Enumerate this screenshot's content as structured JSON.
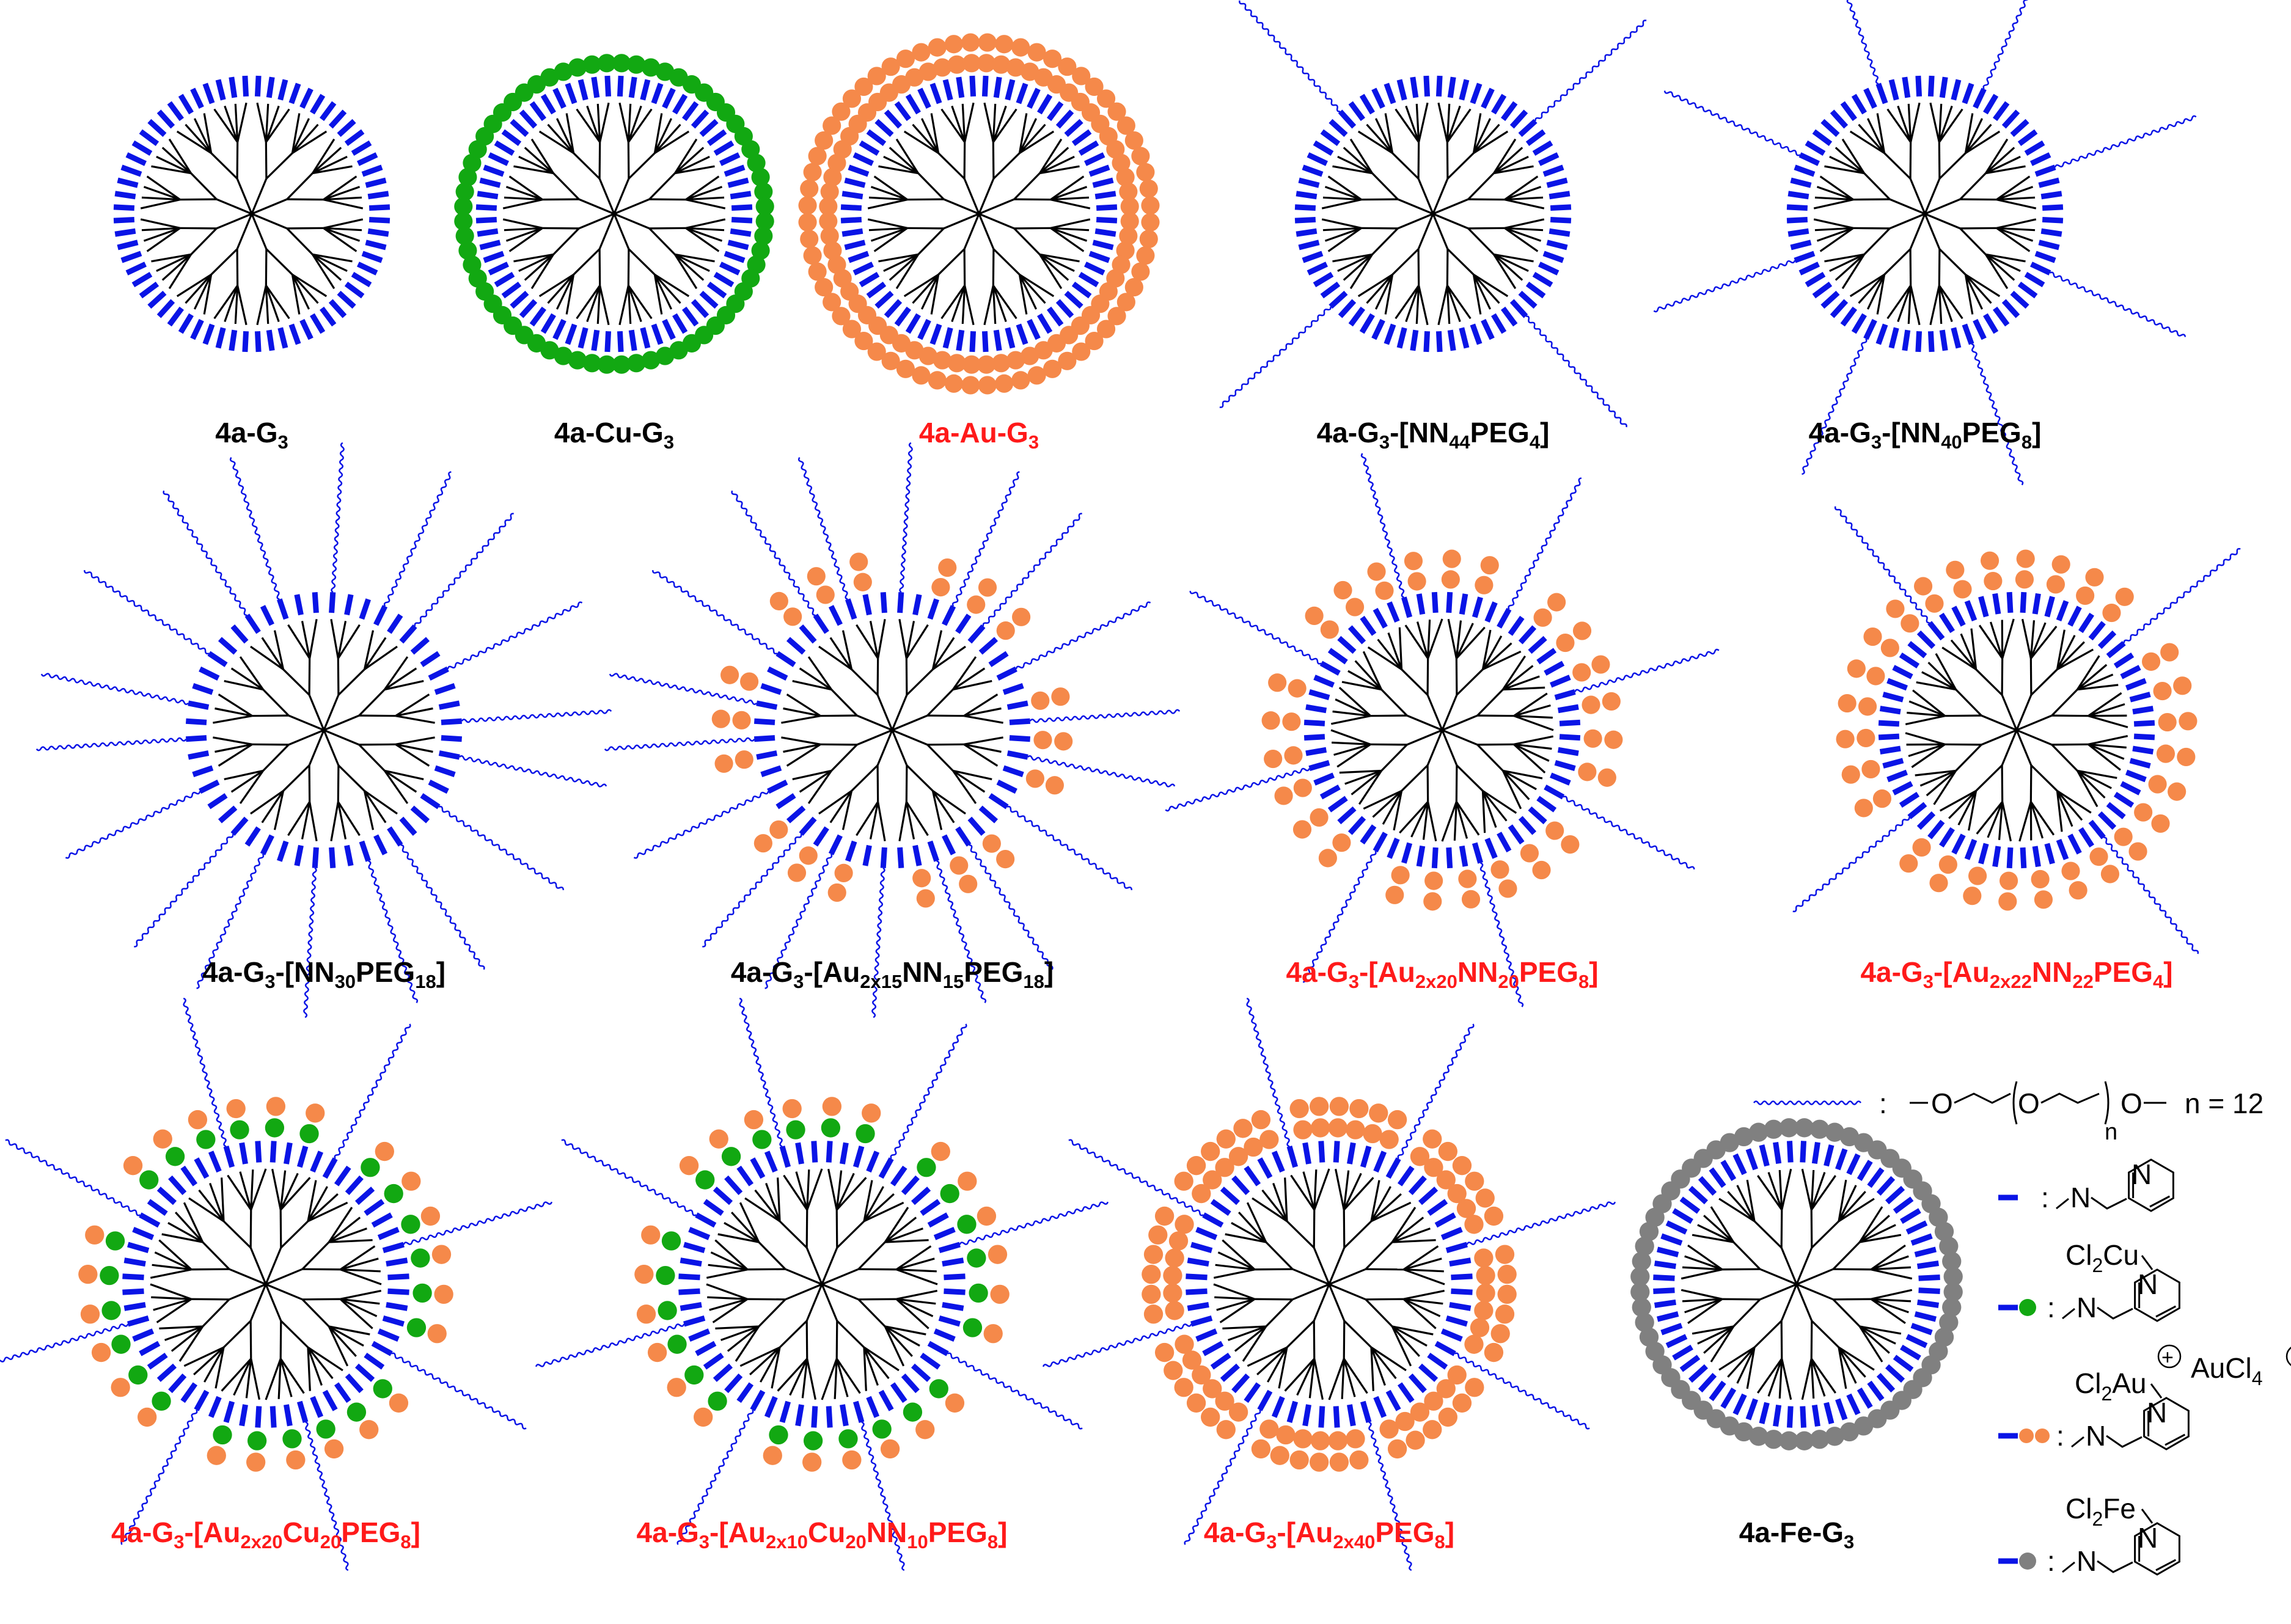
{
  "colors": {
    "blue": "#0a14e6",
    "green": "#12a812",
    "orange": "#f5894a",
    "gray": "#808080",
    "black": "#000000",
    "red": "#ff1a1a"
  },
  "dendrimers": [
    {
      "id": "d1",
      "caption": [
        [
          "4a-G"
        ],
        [
          "3",
          "sub"
        ]
      ],
      "caption_color": "black",
      "layers": [],
      "peg": 0,
      "arms": 64
    },
    {
      "id": "d2",
      "caption": [
        [
          "4a-Cu-G"
        ],
        [
          "3",
          "sub"
        ]
      ],
      "caption_color": "black",
      "layers": [
        [
          "green",
          1
        ]
      ],
      "peg": 0,
      "arms": 64
    },
    {
      "id": "d3",
      "caption": [
        [
          "4a-Au-G"
        ],
        [
          "3",
          "sub"
        ]
      ],
      "caption_color": "red",
      "layers": [
        [
          "orange",
          2
        ]
      ],
      "peg": 0,
      "arms": 64
    },
    {
      "id": "d4",
      "caption": [
        [
          "4a-G"
        ],
        [
          "3",
          "sub"
        ],
        [
          "-[NN"
        ],
        [
          "44",
          "sub"
        ],
        [
          "PEG"
        ],
        [
          "4",
          "sub"
        ],
        [
          "]"
        ]
      ],
      "caption_color": "black",
      "layers": [],
      "peg": 4,
      "arms": 64
    },
    {
      "id": "d5",
      "caption": [
        [
          "4a-G"
        ],
        [
          "3",
          "sub"
        ],
        [
          "-[NN"
        ],
        [
          "40",
          "sub"
        ],
        [
          "PEG"
        ],
        [
          "8",
          "sub"
        ],
        [
          "]"
        ]
      ],
      "caption_color": "black",
      "layers": [],
      "peg": 8,
      "arms": 64
    },
    {
      "id": "d6",
      "caption": [
        [
          "4a-G"
        ],
        [
          "3",
          "sub"
        ],
        [
          "-[NN"
        ],
        [
          "30",
          "sub"
        ],
        [
          "PEG"
        ],
        [
          "18",
          "sub"
        ],
        [
          "]"
        ]
      ],
      "caption_color": "black",
      "layers": [],
      "peg": 18,
      "arms": 48
    },
    {
      "id": "d7",
      "caption": [
        [
          "4a-G"
        ],
        [
          "3",
          "sub"
        ],
        [
          "-[Au"
        ],
        [
          "2x15",
          "sub"
        ],
        [
          "NN"
        ],
        [
          "15",
          "sub"
        ],
        [
          "PEG"
        ],
        [
          "18",
          "sub"
        ],
        [
          "]"
        ]
      ],
      "caption_color": "black",
      "layers": [
        [
          "orange",
          2,
          "partial"
        ]
      ],
      "peg": 18,
      "arms": 48
    },
    {
      "id": "d8",
      "caption": [
        [
          "4a-G"
        ],
        [
          "3",
          "sub"
        ],
        [
          "-[Au"
        ],
        [
          "2x20",
          "sub"
        ],
        [
          "NN"
        ],
        [
          "20",
          "sub"
        ],
        [
          "PEG"
        ],
        [
          "8",
          "sub"
        ],
        [
          "]"
        ]
      ],
      "caption_color": "red",
      "layers": [
        [
          "orange",
          2,
          "partial"
        ]
      ],
      "peg": 8,
      "arms": 56
    },
    {
      "id": "d9",
      "caption": [
        [
          "4a-G"
        ],
        [
          "3",
          "sub"
        ],
        [
          "-[Au"
        ],
        [
          "2x22",
          "sub"
        ],
        [
          "NN"
        ],
        [
          "22",
          "sub"
        ],
        [
          "PEG"
        ],
        [
          "4",
          "sub"
        ],
        [
          "]"
        ]
      ],
      "caption_color": "red",
      "layers": [
        [
          "orange",
          2,
          "partial"
        ]
      ],
      "peg": 4,
      "arms": 60
    },
    {
      "id": "d10",
      "caption": [
        [
          "4a-G"
        ],
        [
          "3",
          "sub"
        ],
        [
          "-[Au"
        ],
        [
          "2x20",
          "sub"
        ],
        [
          "Cu"
        ],
        [
          "20",
          "sub"
        ],
        [
          "PEG"
        ],
        [
          "8",
          "sub"
        ],
        [
          "]"
        ]
      ],
      "caption_color": "red",
      "layers": [
        [
          "mixed",
          2,
          "partial"
        ]
      ],
      "peg": 8,
      "arms": 56
    },
    {
      "id": "d11",
      "caption": [
        [
          "4a-G"
        ],
        [
          "3",
          "sub"
        ],
        [
          "-[Au"
        ],
        [
          "2x10",
          "sub"
        ],
        [
          "Cu"
        ],
        [
          "20",
          "sub"
        ],
        [
          "NN"
        ],
        [
          "10",
          "sub"
        ],
        [
          "PEG"
        ],
        [
          "8",
          "sub"
        ],
        [
          "]"
        ]
      ],
      "caption_color": "red",
      "layers": [
        [
          "mixed",
          2,
          "partial"
        ]
      ],
      "peg": 8,
      "arms": 56
    },
    {
      "id": "d12",
      "caption": [
        [
          "4a-G"
        ],
        [
          "3",
          "sub"
        ],
        [
          "-[Au"
        ],
        [
          "2x40",
          "sub"
        ],
        [
          "PEG"
        ],
        [
          "8",
          "sub"
        ],
        [
          "]"
        ]
      ],
      "caption_color": "red",
      "layers": [
        [
          "orange",
          2
        ]
      ],
      "peg": 8,
      "arms": 56
    },
    {
      "id": "d13",
      "caption": [
        [
          "4a-Fe-G"
        ],
        [
          "3",
          "sub"
        ]
      ],
      "caption_color": "black",
      "layers": [
        [
          "gray",
          1
        ]
      ],
      "peg": 0,
      "arms": 64
    }
  ],
  "legend": {
    "peg_label": "n = 12",
    "n_symbol": "n",
    "O": "O",
    "N": "N",
    "colon": ":",
    "cu_fragment": [
      "Cl",
      "2",
      "Cu"
    ],
    "au_fragment": [
      "Cl",
      "2",
      "Au"
    ],
    "fe_fragment": [
      "Cl",
      "2",
      "Fe"
    ],
    "aucl4": [
      "AuCl",
      "4"
    ],
    "plus": "+",
    "minus": "−"
  }
}
